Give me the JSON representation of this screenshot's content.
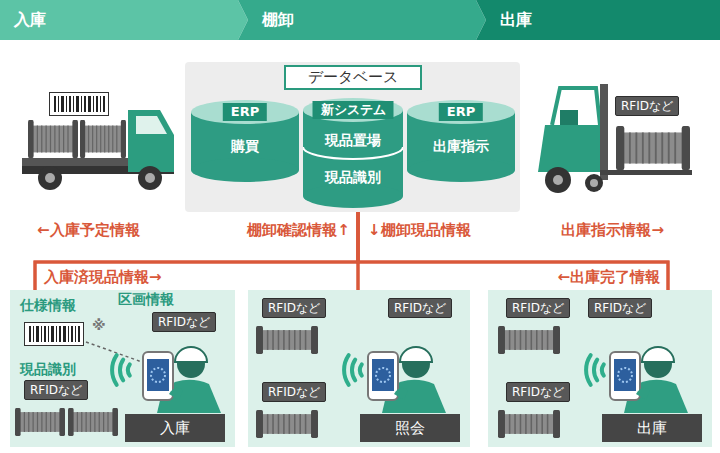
{
  "diagram": {
    "nodes": [
      {
        "text": [
          "入庫"
        ]
      },
      {
        "text": [
          "棚卸"
        ]
      },
      {
        "text": [
          "出庫"
        ]
      },
      {
        "text": [
          "データベース"
        ]
      },
      {
        "text": [
          "ERP",
          "購買"
        ],
        "in": 3
      },
      {
        "text": [
          "新システム",
          "現品置場",
          "現品識別"
        ],
        "in": 3
      },
      {
        "text": [
          "ERP",
          "出庫指示"
        ],
        "in": 3
      },
      {
        "text": [
          "RFIDなど"
        ]
      },
      {
        "text": [
          "入庫"
        ]
      },
      {
        "text": [
          "RFIDなど"
        ],
        "in": 8
      },
      {
        "text": [
          "RFIDなど"
        ],
        "in": 8
      },
      {
        "text": [
          "照会"
        ]
      },
      {
        "text": [
          "RFIDなど"
        ],
        "in": 11
      },
      {
        "text": [
          "RFIDなど"
        ],
        "in": 11
      },
      {
        "text": [
          "RFIDなど"
        ],
        "in": 11
      },
      {
        "text": [
          "出庫"
        ]
      },
      {
        "text": [
          "RFIDなど"
        ],
        "in": 15
      },
      {
        "text": [
          "RFIDなど"
        ],
        "in": 15
      },
      {
        "text": [
          "RFIDなど"
        ],
        "in": 15
      }
    ],
    "edges": [
      {
        "from": 3,
        "to": 8,
        "arrow": "none",
        "label": "←入庫予定情報"
      },
      {
        "from": 8,
        "to": 3,
        "arrow": "none",
        "label": "入庫済現品情報→"
      },
      {
        "from": 11,
        "to": 3,
        "arrow": "none",
        "label": "棚卸確認情報↑"
      },
      {
        "from": 3,
        "to": 11,
        "arrow": "none",
        "label": "↓棚卸現品情報"
      },
      {
        "from": 3,
        "to": 15,
        "arrow": "none",
        "label": "出庫指示情報→"
      },
      {
        "from": 15,
        "to": 3,
        "arrow": "none",
        "label": "←出庫完了情報"
      }
    ],
    "labels": [
      "仕様情報",
      "区画情報",
      "※",
      "現品識別"
    ]
  }
}
